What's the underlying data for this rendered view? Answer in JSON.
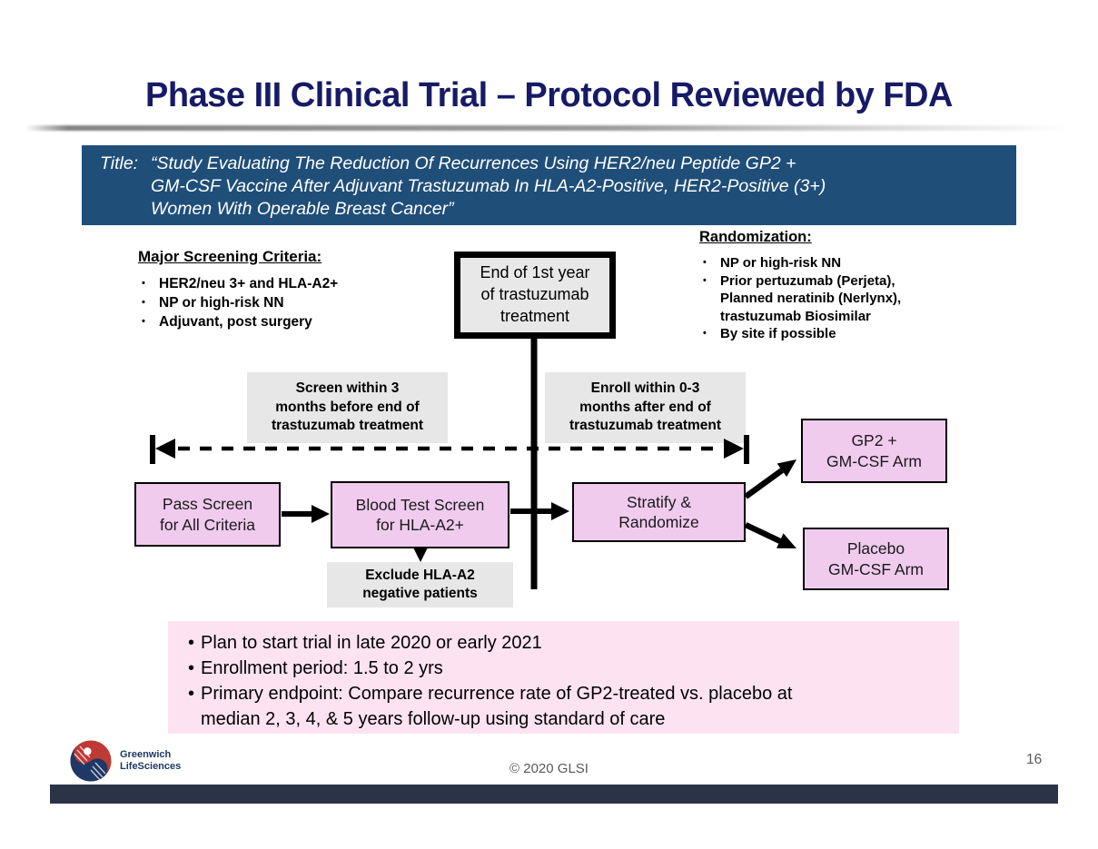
{
  "slide": {
    "title": "Phase III Clinical Trial – Protocol Reviewed by FDA",
    "banner": {
      "label": "Title:",
      "text": "“Study Evaluating The Reduction Of Recurrences Using HER2/neu Peptide GP2 +\nGM-CSF Vaccine After Adjuvant Trastuzumab In HLA-A2-Positive, HER2-Positive (3+)\nWomen With Operable Breast Cancer”"
    },
    "screening": {
      "heading": "Major Screening Criteria:",
      "items": [
        "HER2/neu 3+ and HLA-A2+",
        "NP or high-risk NN",
        "Adjuvant, post surgery"
      ]
    },
    "randomization": {
      "heading": "Randomization:",
      "items": [
        "NP or high-risk NN",
        "Prior pertuzumab (Perjeta),\nPlanned neratinib (Nerlynx),\ntrastuzumab Biosimilar",
        "By site if possible"
      ]
    },
    "flow": {
      "end_box": "End of 1st year\nof trastuzumab\ntreatment",
      "screen_window": "Screen within 3\nmonths before end of\ntrastuzumab treatment",
      "enroll_window": "Enroll within 0-3\nmonths after end of\ntrastuzumab treatment",
      "pass_screen": "Pass Screen\nfor All Criteria",
      "blood_test": "Blood Test Screen\nfor HLA-A2+",
      "exclude": "Exclude HLA-A2\nnegative patients",
      "stratify": "Stratify &\nRandomize",
      "gp2_arm": "GP2 +\nGM-CSF Arm",
      "placebo_arm": "Placebo\nGM-CSF Arm"
    },
    "summary": {
      "bullets": [
        "Plan to start trial in late 2020 or early 2021",
        "Enrollment period: 1.5 to 2 yrs",
        "Primary endpoint: Compare recurrence rate of GP2-treated vs. placebo at\nmedian 2, 3, 4, & 5 years follow-up using standard of care"
      ]
    },
    "footer": {
      "logo_name_line1": "Greenwich",
      "logo_name_line2": "LifeSciences",
      "copyright": "© 2020 GLSI",
      "page_number": "16"
    },
    "colors": {
      "title_navy": "#171A66",
      "banner_blue": "#1F4E79",
      "pink_box": "#F0CBEE",
      "summary_pink": "#FDE3F1",
      "gray_box": "#E8E7E7",
      "footer_bar": "#2B3447",
      "logo_navy": "#1F3864",
      "logo_red": "#BE3A34"
    }
  }
}
